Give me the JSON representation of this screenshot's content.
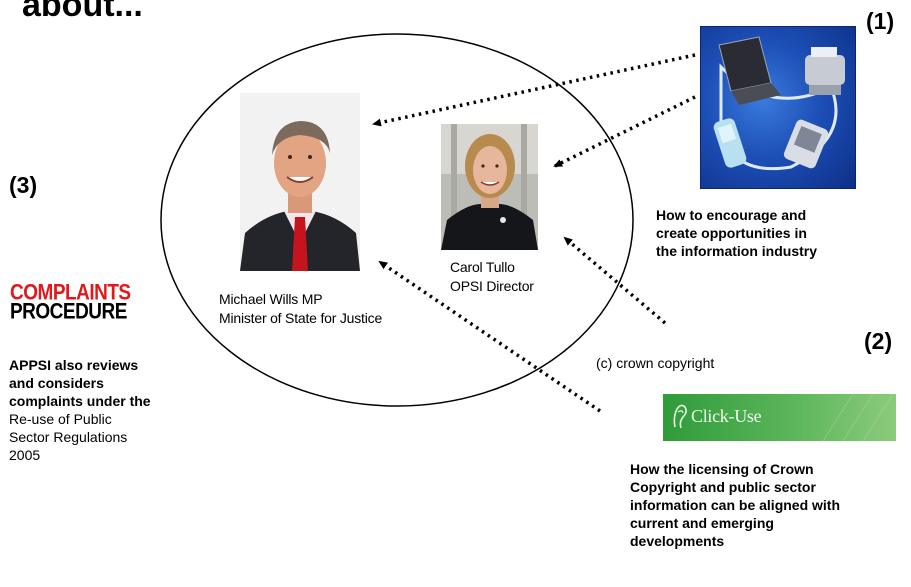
{
  "heading": "about...",
  "section_numbers": {
    "one": "(1)",
    "two": "(2)",
    "three": "(3)"
  },
  "people": {
    "michael": {
      "name": "Michael Wills MP",
      "role": "Minister of State for Justice"
    },
    "carol": {
      "name": "Carol Tullo",
      "role": "OPSI Director"
    }
  },
  "information_industry": {
    "lines": [
      "How to encourage and",
      "create opportunities  in",
      "the information industry"
    ]
  },
  "copyright_notice": "(c) crown copyright",
  "clickuse_logo_text": "Click-Use",
  "licensing_text": {
    "lines": [
      "How the licensing of Crown",
      "Copyright and public sector",
      "information  can be aligned with",
      "current and emerging",
      "developments"
    ]
  },
  "complaints_logo": {
    "line1": "COMPLAINTS",
    "line2": "PROCEDURE"
  },
  "complaints_text": {
    "bold_lines": [
      "APPSI also reviews",
      "and considers",
      "complaints under the"
    ],
    "normal_lines": [
      "Re-use of Public",
      "Sector Regulations",
      "2005"
    ]
  },
  "colors": {
    "complaints_red": "#e0191b",
    "clickuse_green": "#3fa444",
    "gadget_blue": "#1d4fb7"
  }
}
